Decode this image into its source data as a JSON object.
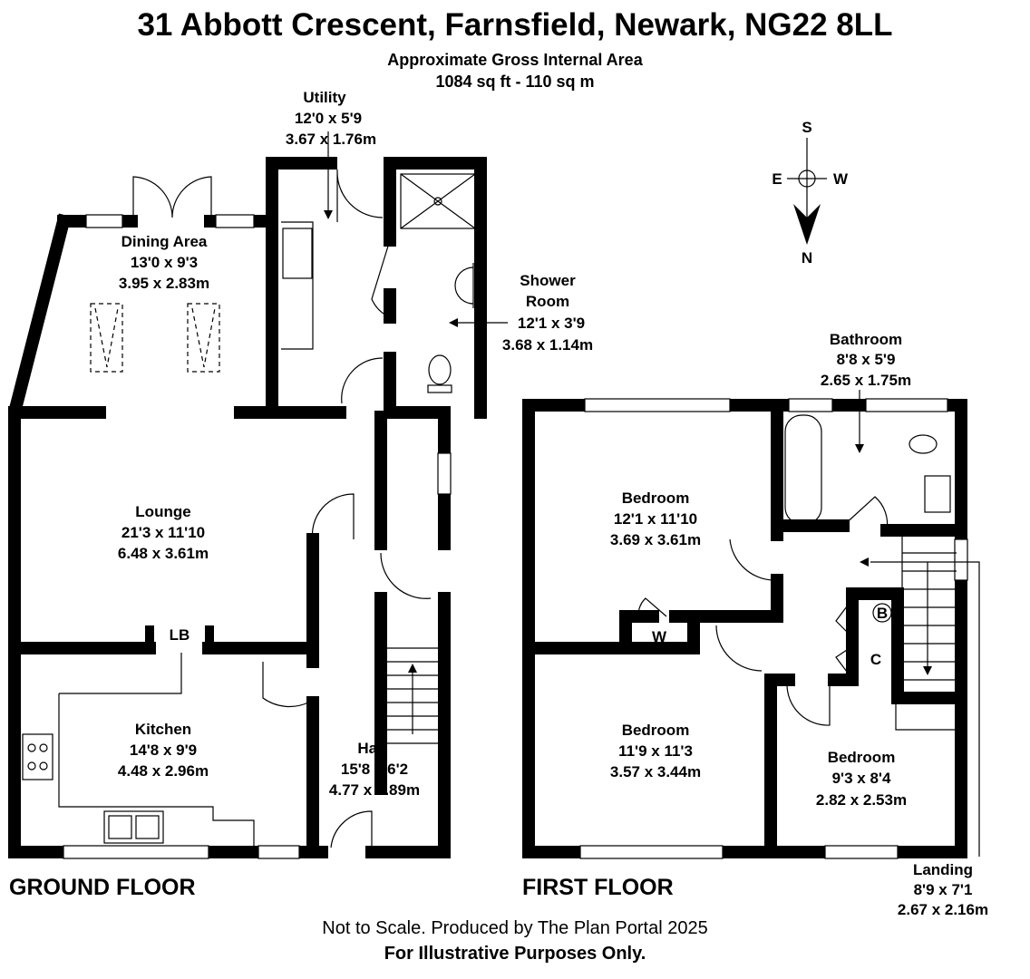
{
  "header": {
    "address": "31 Abbott Crescent, Farnsfield, Newark, NG22 8LL",
    "area_label": "Approximate Gross Internal Area",
    "area_value": "1084 sq ft - 110 sq m"
  },
  "compass": {
    "s": "S",
    "e": "E",
    "w": "W",
    "n": "N"
  },
  "ground_floor": {
    "label": "GROUND FLOOR",
    "rooms": [
      {
        "name": "Utility",
        "imperial": "12'0 x 5'9",
        "metric": "3.67 x 1.76m"
      },
      {
        "name": "Dining Area",
        "imperial": "13'0 x 9'3",
        "metric": "3.95 x 2.83m"
      },
      {
        "name": "Shower",
        "name2": "Room",
        "imperial": "12'1 x 3'9",
        "metric": "3.68 x 1.14m"
      },
      {
        "name": "Lounge",
        "imperial": "21'3 x 11'10",
        "metric": "6.48 x 3.61m"
      },
      {
        "name": "Kitchen",
        "imperial": "14'8 x 9'9",
        "metric": "4.48 x 2.96m"
      },
      {
        "name": "Hall",
        "imperial": "15'8 x 6'2",
        "metric": "4.77 x 1.89m"
      }
    ],
    "markers": {
      "lb": "LB"
    }
  },
  "first_floor": {
    "label": "FIRST FLOOR",
    "rooms": [
      {
        "name": "Bathroom",
        "imperial": "8'8 x 5'9",
        "metric": "2.65 x 1.75m"
      },
      {
        "name": "Bedroom",
        "imperial": "12'1 x 11'10",
        "metric": "3.69 x 3.61m"
      },
      {
        "name": "Bedroom",
        "imperial": "11'9 x 11'3",
        "metric": "3.57 x 3.44m"
      },
      {
        "name": "Bedroom",
        "imperial": "9'3 x 8'4",
        "metric": "2.82 x 2.53m"
      },
      {
        "name": "Landing",
        "imperial": "8'9 x 7'1",
        "metric": "2.67 x 2.16m"
      }
    ],
    "markers": {
      "w": "W",
      "b": "B",
      "c": "C"
    }
  },
  "footer": {
    "line1": "Not to Scale. Produced by The Plan Portal 2025",
    "line2": "For Illustrative Purposes Only."
  }
}
